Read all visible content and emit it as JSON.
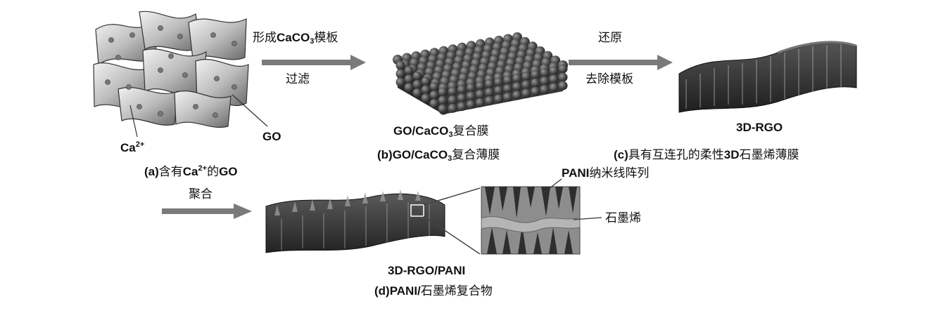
{
  "steps": {
    "s1_top_prefix": "形成",
    "s1_top_formula": "CaCO",
    "s1_top_sub": "3",
    "s1_top_suffix": "模板",
    "s1_bottom": "过滤",
    "s2_top": "还原",
    "s2_bottom": "去除模板",
    "s3_top": "聚合"
  },
  "panel_a": {
    "ion_base": "Ca",
    "ion_sup": "2+",
    "go_label": "GO",
    "cap_prefix": "(a)",
    "cap_mid": "含有",
    "cap_ion": "Ca",
    "cap_ion_sup": "2+",
    "cap_de": "的",
    "cap_go": "GO"
  },
  "panel_b": {
    "name_formula": "GO/CaCO",
    "name_sub": "3",
    "name_suffix": "复合膜",
    "cap_formula": "(b)GO/CaCO",
    "cap_sub": "3",
    "cap_suffix": "复合薄膜"
  },
  "panel_c": {
    "name": "3D-RGO",
    "cap_prefix": "(c)",
    "cap_mid": "具有互连孔的柔性",
    "cap_3d": "3D",
    "cap_suffix": "石墨烯薄膜"
  },
  "panel_d": {
    "name": "3D-RGO/PANI",
    "cap_prefix": "(d)PANI/",
    "cap_suffix": "石墨烯复合物",
    "nanowire_bold": "PANI",
    "nanowire_rest": "纳米线阵列",
    "graphene_label": "石墨烯"
  },
  "colors": {
    "arrow": "#7a7a7a",
    "sheet_dark": "#3a3a3a",
    "sheet_light": "#bdbdbd",
    "sphere": "#4a4a4a"
  }
}
